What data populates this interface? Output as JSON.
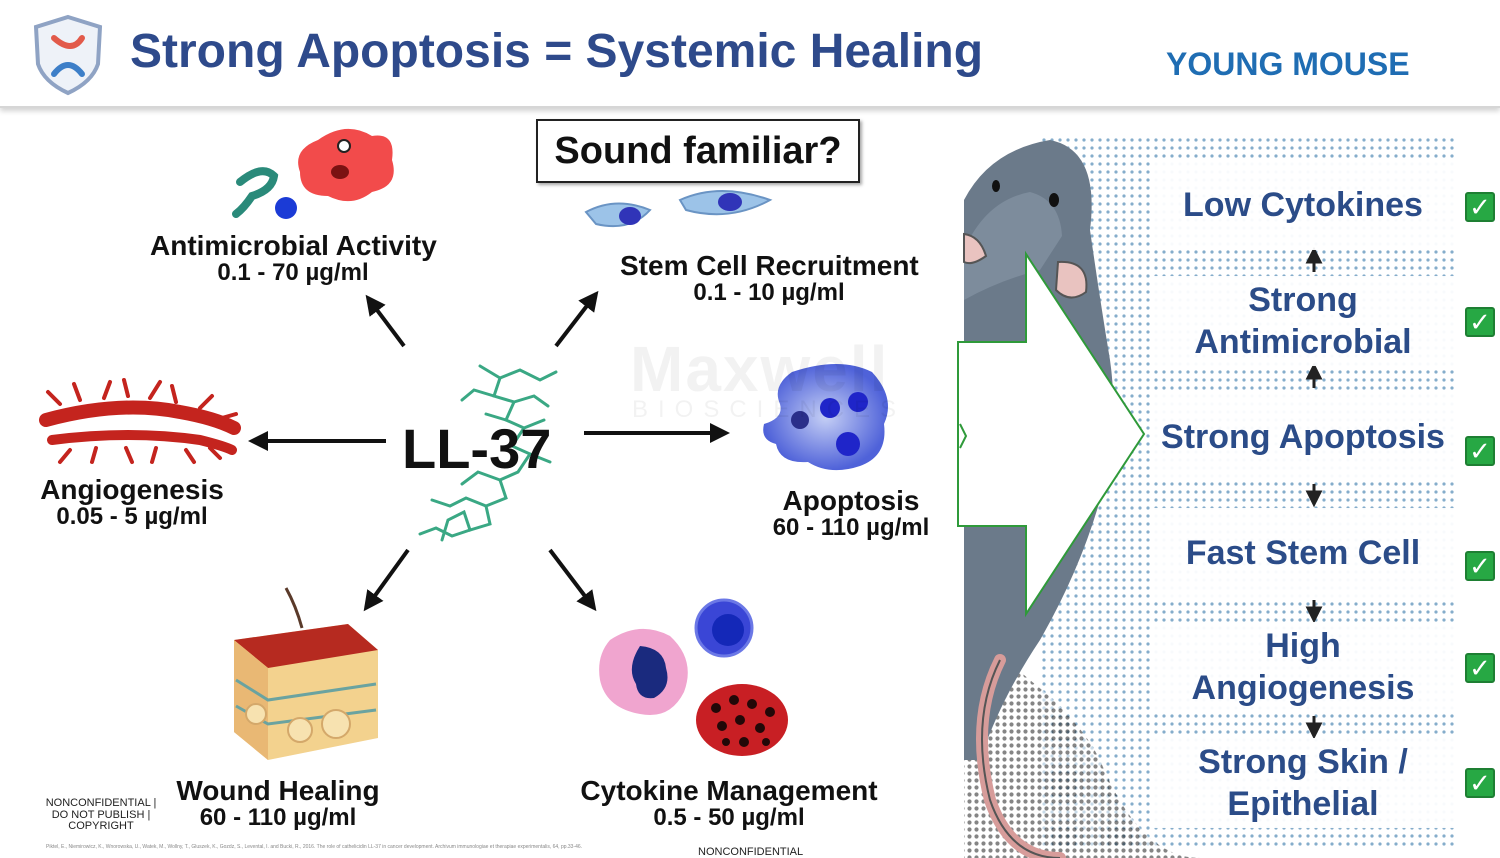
{
  "header": {
    "title": "Strong Apoptosis = Systemic Healing",
    "tag": "YOUNG MOUSE"
  },
  "callout": "Sound familiar?",
  "center": "LL-37",
  "watermark": {
    "name": "Maxwell",
    "sub": "BIOSCIENCES"
  },
  "nodes": [
    {
      "name": "Antimicrobial Activity",
      "range": "0.1 - 70 µg/ml"
    },
    {
      "name": "Stem Cell Recruitment",
      "range": "0.1 - 10 µg/ml"
    },
    {
      "name": "Angiogenesis",
      "range": "0.05 - 5 µg/ml"
    },
    {
      "name": "Apoptosis",
      "range": "60 - 110 µg/ml"
    },
    {
      "name": "Wound Healing",
      "range": "60 - 110 µg/ml"
    },
    {
      "name": "Cytokine Management",
      "range": "0.5 - 50 µg/ml"
    }
  ],
  "outcomes": [
    {
      "label": "Low Cytokines",
      "check": "✓"
    },
    {
      "label": "Strong Antimicrobial",
      "check": "✓"
    },
    {
      "label": "Strong Apoptosis",
      "check": "✓"
    },
    {
      "label": "Fast Stem Cell",
      "check": "✓"
    },
    {
      "label": "High Angiogenesis",
      "check": "✓"
    },
    {
      "label": "Strong Skin / Epithelial",
      "check": "✓"
    }
  ],
  "footer": {
    "nonconfidential_left": "NONCONFIDENTIAL | DO NOT PUBLISH | COPYRIGHT",
    "citation": "Piktel, E., Niemirowicz, K., Wnorowska, U., Watek, M., Wollny, T., Gluszek, K., Gozdz, S., Levental, I. and Bucki, R., 2016. The role of cathelicidin LL-37 in cancer development. Archivum immunologiae et therapiae experimentalis, 64, pp.33-46.",
    "nonconfidential_bottom": "NONCONFIDENTIAL"
  },
  "colors": {
    "title": "#2e4a8b",
    "tag": "#1f6db3",
    "outcome_text": "#2b4c88",
    "check": "#27a844",
    "arrow_outline": "#2f9a3a",
    "molecule": "#3aa884"
  }
}
